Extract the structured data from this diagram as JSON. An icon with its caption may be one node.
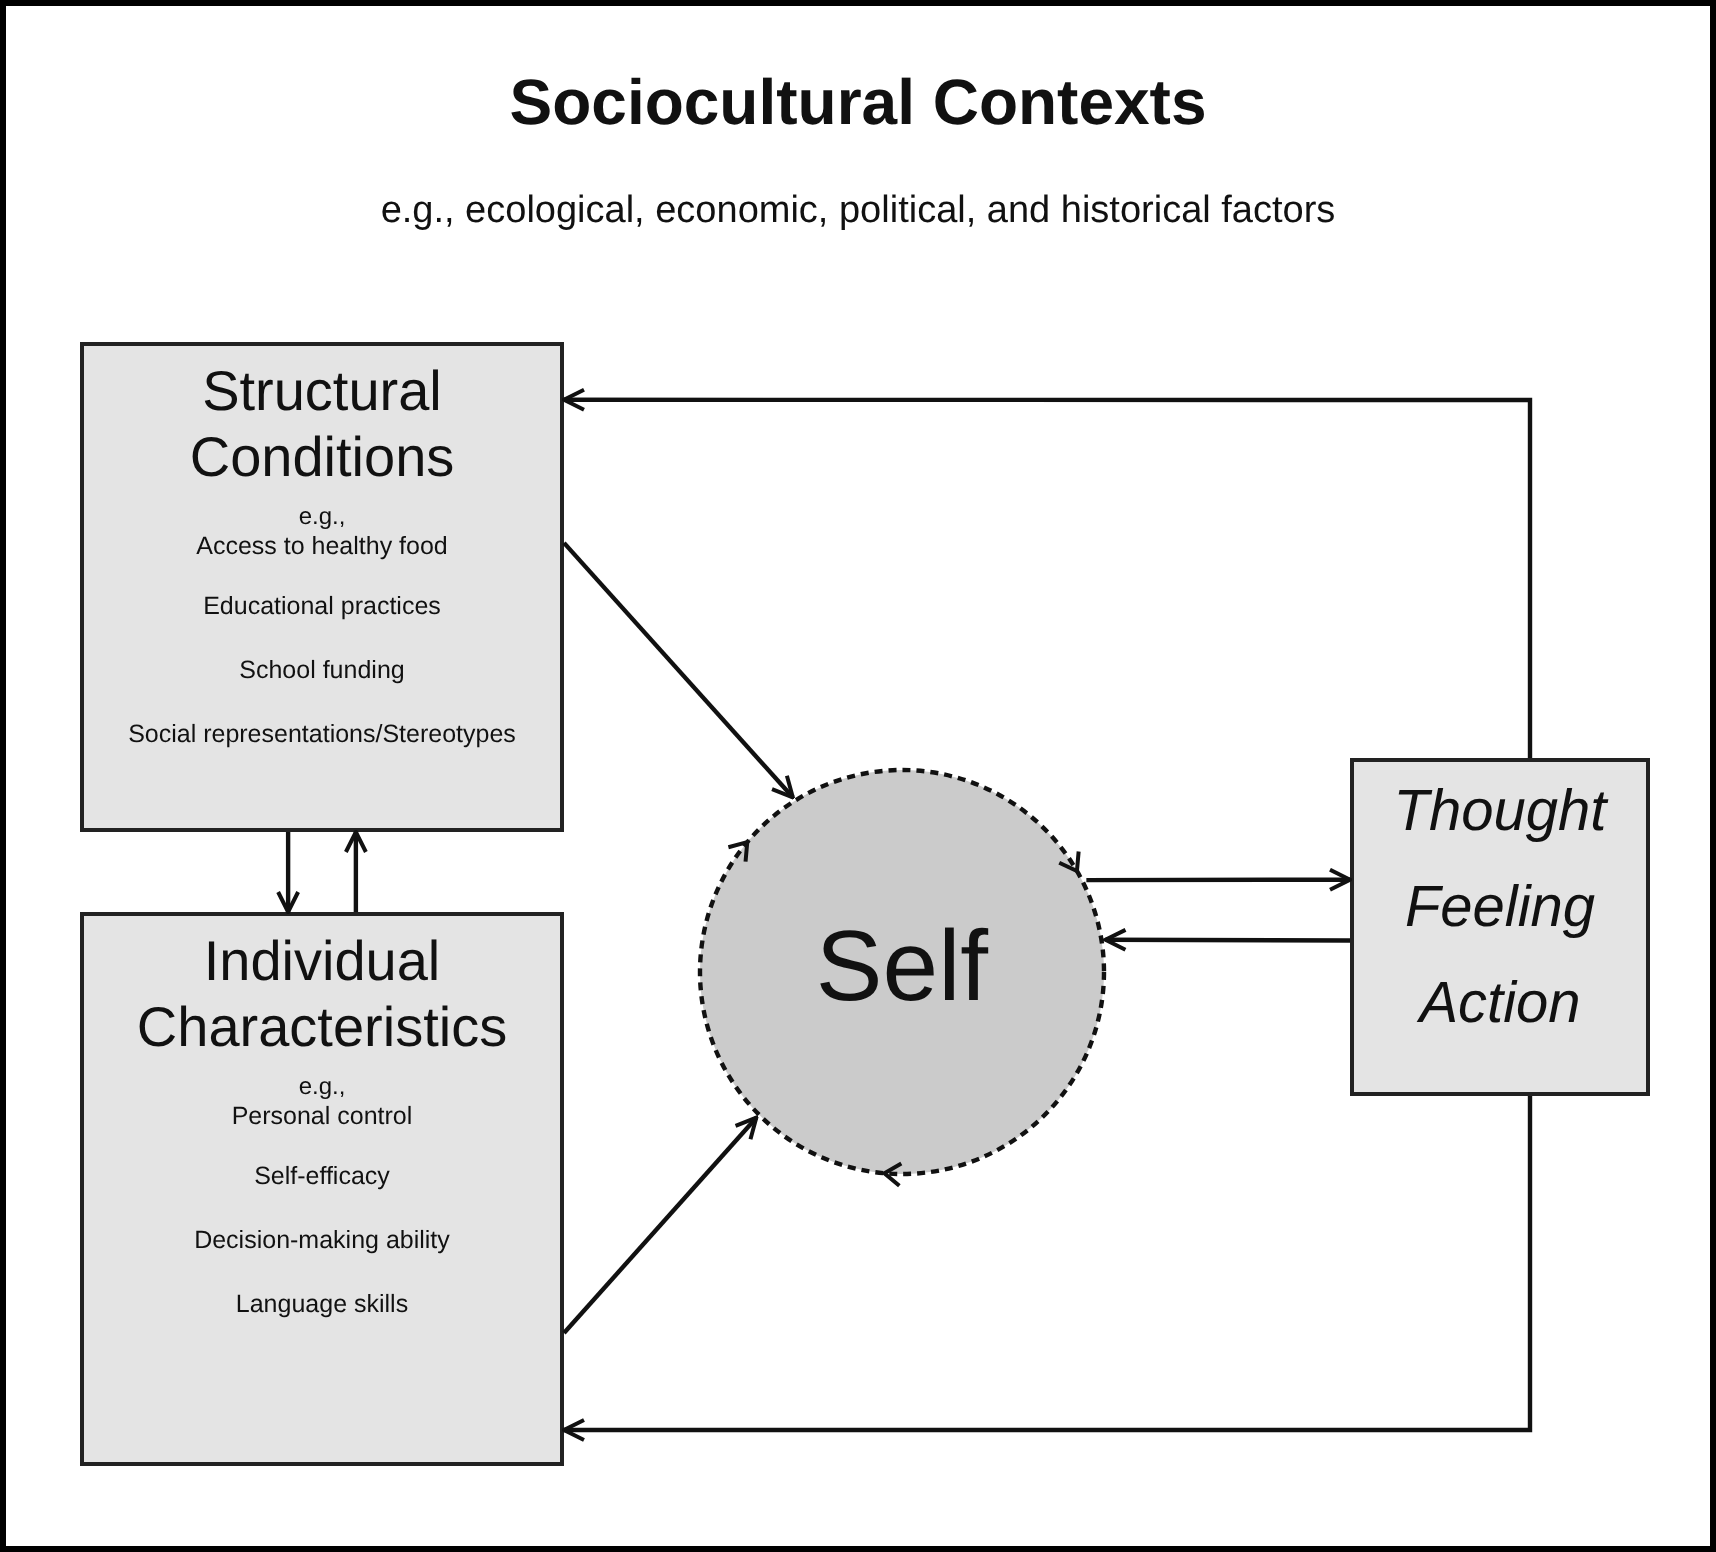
{
  "diagram": {
    "nodes": [
      {
        "text": [
          "Sociocultural Contexts",
          "e.g., ecological, economic, political, and historical factors"
        ]
      },
      {
        "text": [
          "Structural Conditions",
          "e.g.,",
          "Access to healthy food",
          "Educational practices",
          "School funding",
          "Social representations/Stereotypes"
        ],
        "in": 0
      },
      {
        "text": [
          "Individual Characteristics",
          "e.g.,",
          "Personal control",
          "Self-efficacy",
          "Decision-making ability",
          "Language skills"
        ],
        "in": 0
      },
      {
        "text": [
          "Self"
        ],
        "in": 0
      },
      {
        "text": [
          "Thought",
          "Feeling",
          "Action"
        ],
        "in": 0
      }
    ],
    "edges": [
      {
        "from": 1,
        "to": 3,
        "arrow": "to"
      },
      {
        "from": 2,
        "to": 3,
        "arrow": "to"
      },
      {
        "from": 1,
        "to": 2,
        "arrow": "to"
      },
      {
        "from": 2,
        "to": 1,
        "arrow": "to"
      },
      {
        "from": 3,
        "to": 4,
        "arrow": "to"
      },
      {
        "from": 4,
        "to": 3,
        "arrow": "to"
      },
      {
        "from": 4,
        "to": 1,
        "arrow": "to"
      },
      {
        "from": 4,
        "to": 2,
        "arrow": "to"
      }
    ]
  }
}
